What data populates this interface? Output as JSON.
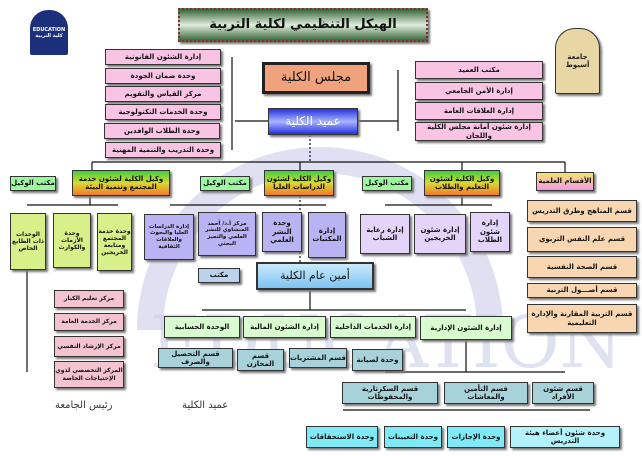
{
  "title": "الهيكل التنظيمي لكلية التربية",
  "logos": {
    "left": "EDUCATION كلية التربية",
    "right": "جامعة أسيوط"
  },
  "watermark": "EDUCATION",
  "council": "مجلس الكلية",
  "dean": "عميد الكلية",
  "dean_left_units": [
    "إدارة الشئون القانونية",
    "وحدة ضمان الجودة",
    "مركز القياس والتقويم",
    "وحدة الخدمات التكنولوجية",
    "وحدة الطلاب الوافدين",
    "وحدة التدريب والتنمية المهنية"
  ],
  "dean_right_units": [
    "مكتب العميد",
    "إدارة الأمن الجامعي",
    "إدارة العلاقات العامة",
    "إدارة شئون أمانة مجلس الكلية واللجان"
  ],
  "office_label": "مكتب الوكيل",
  "vice_community": "وكيل الكلية لشئون خدمة المجتمع وتنمية البيئة",
  "vice_postgrad": "وكيل الكلية لشئون الدراسات العليا",
  "vice_education": "وكيل الكلية لشئون التعليم والطلاب",
  "academic_departments": "الأقسام العلمية",
  "community_units": [
    "وحدة خدمة المجتمع ومتابعة الخريجين",
    "وحدة الأزمات والكوارث",
    "الوحدات ذات الطابع الخاص"
  ],
  "postgrad_units": [
    "إدارة المكتبات",
    "وحدة النشر العلمي",
    "مركز أ.د/ أحمد المنشاوي للنشر العلمي والتميز البحثي",
    "إدارة الدراسات العليا والبحوث والعلاقات الثقافية"
  ],
  "education_units": [
    "إدارة شئون الطلاب",
    "إدارة شئون الخريجين",
    "إدارة رعاية الشباب"
  ],
  "departments": [
    "قسم المناهج وطرق التدريس",
    "قسم علم النفس التربوي",
    "قسم الصحة النفسية",
    "قسم أصـــول التربية",
    "قسم التربية المقارنة والإدارة التعليمية"
  ],
  "special_units": [
    "مركز تعليم الكبار",
    "مركز الخدمة العامة",
    "مركز الإرشاد النفسي",
    "المركز التخصصي لذوي الإحتياجات الخاصة"
  ],
  "secretary_general": "أمين عام الكلية",
  "secretary_office": "مكتب",
  "admin_departments": [
    "إدارة الشئون الإدارية",
    "إدارة الخدمات الداخلية",
    "إدارة الشئون المالية",
    "الوحدة الحسابية"
  ],
  "admin_sub": [
    "وحدة لصيانة",
    "قسم المشتريات",
    "قسم المخازن",
    "قسم التحصيل والصرف"
  ],
  "admin_sections": [
    "قسم شئون الأفراد",
    "قسم التأمين والمعاشات",
    "قسم السكرتارية والمحفوظات"
  ],
  "personnel_units": [
    "وحدة شئون أعضاء هيئة التدريس",
    "وحدة الإجازات",
    "وحدة التعيينات",
    "وحدة الاستحقاقات"
  ],
  "captions": {
    "president": "رئيس الجامعة",
    "dean": "عميد الكلية"
  }
}
